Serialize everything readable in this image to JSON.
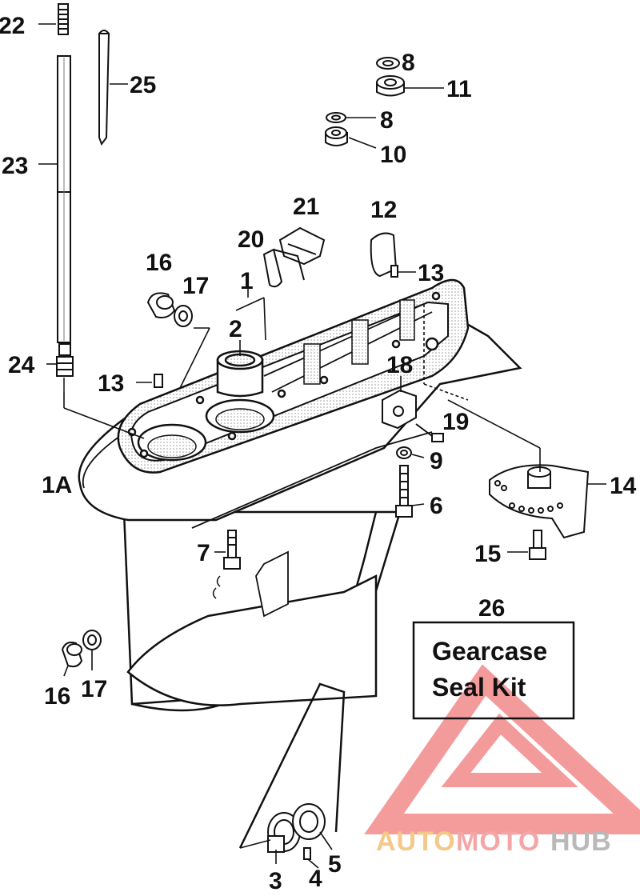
{
  "diagram": {
    "labels": {
      "p22": "22",
      "p25": "25",
      "p23": "23",
      "p24": "24",
      "p8a": "8",
      "p11": "11",
      "p8b": "8",
      "p10": "10",
      "p21": "21",
      "p20": "20",
      "p12": "12",
      "p13a": "13",
      "p16a": "16",
      "p17a": "17",
      "p1": "1",
      "p2": "2",
      "p13b": "13",
      "p18": "18",
      "p19": "19",
      "p9": "9",
      "p6": "6",
      "p1A": "1A",
      "p14": "14",
      "p7": "7",
      "p15": "15",
      "p26": "26",
      "p16b": "16",
      "p17b": "17",
      "p3": "3",
      "p4": "4",
      "p5": "5"
    },
    "kit_box": {
      "line1": "Gearcase",
      "line2": "Seal Kit"
    }
  },
  "watermark": {
    "part1": "AUTO",
    "part2": "MOTO",
    "part3": "HUB",
    "colors": {
      "auto": "#f4c889",
      "moto": "#f4a6a6",
      "hub": "#b9b9b9",
      "logo": "#f28a8a"
    }
  }
}
